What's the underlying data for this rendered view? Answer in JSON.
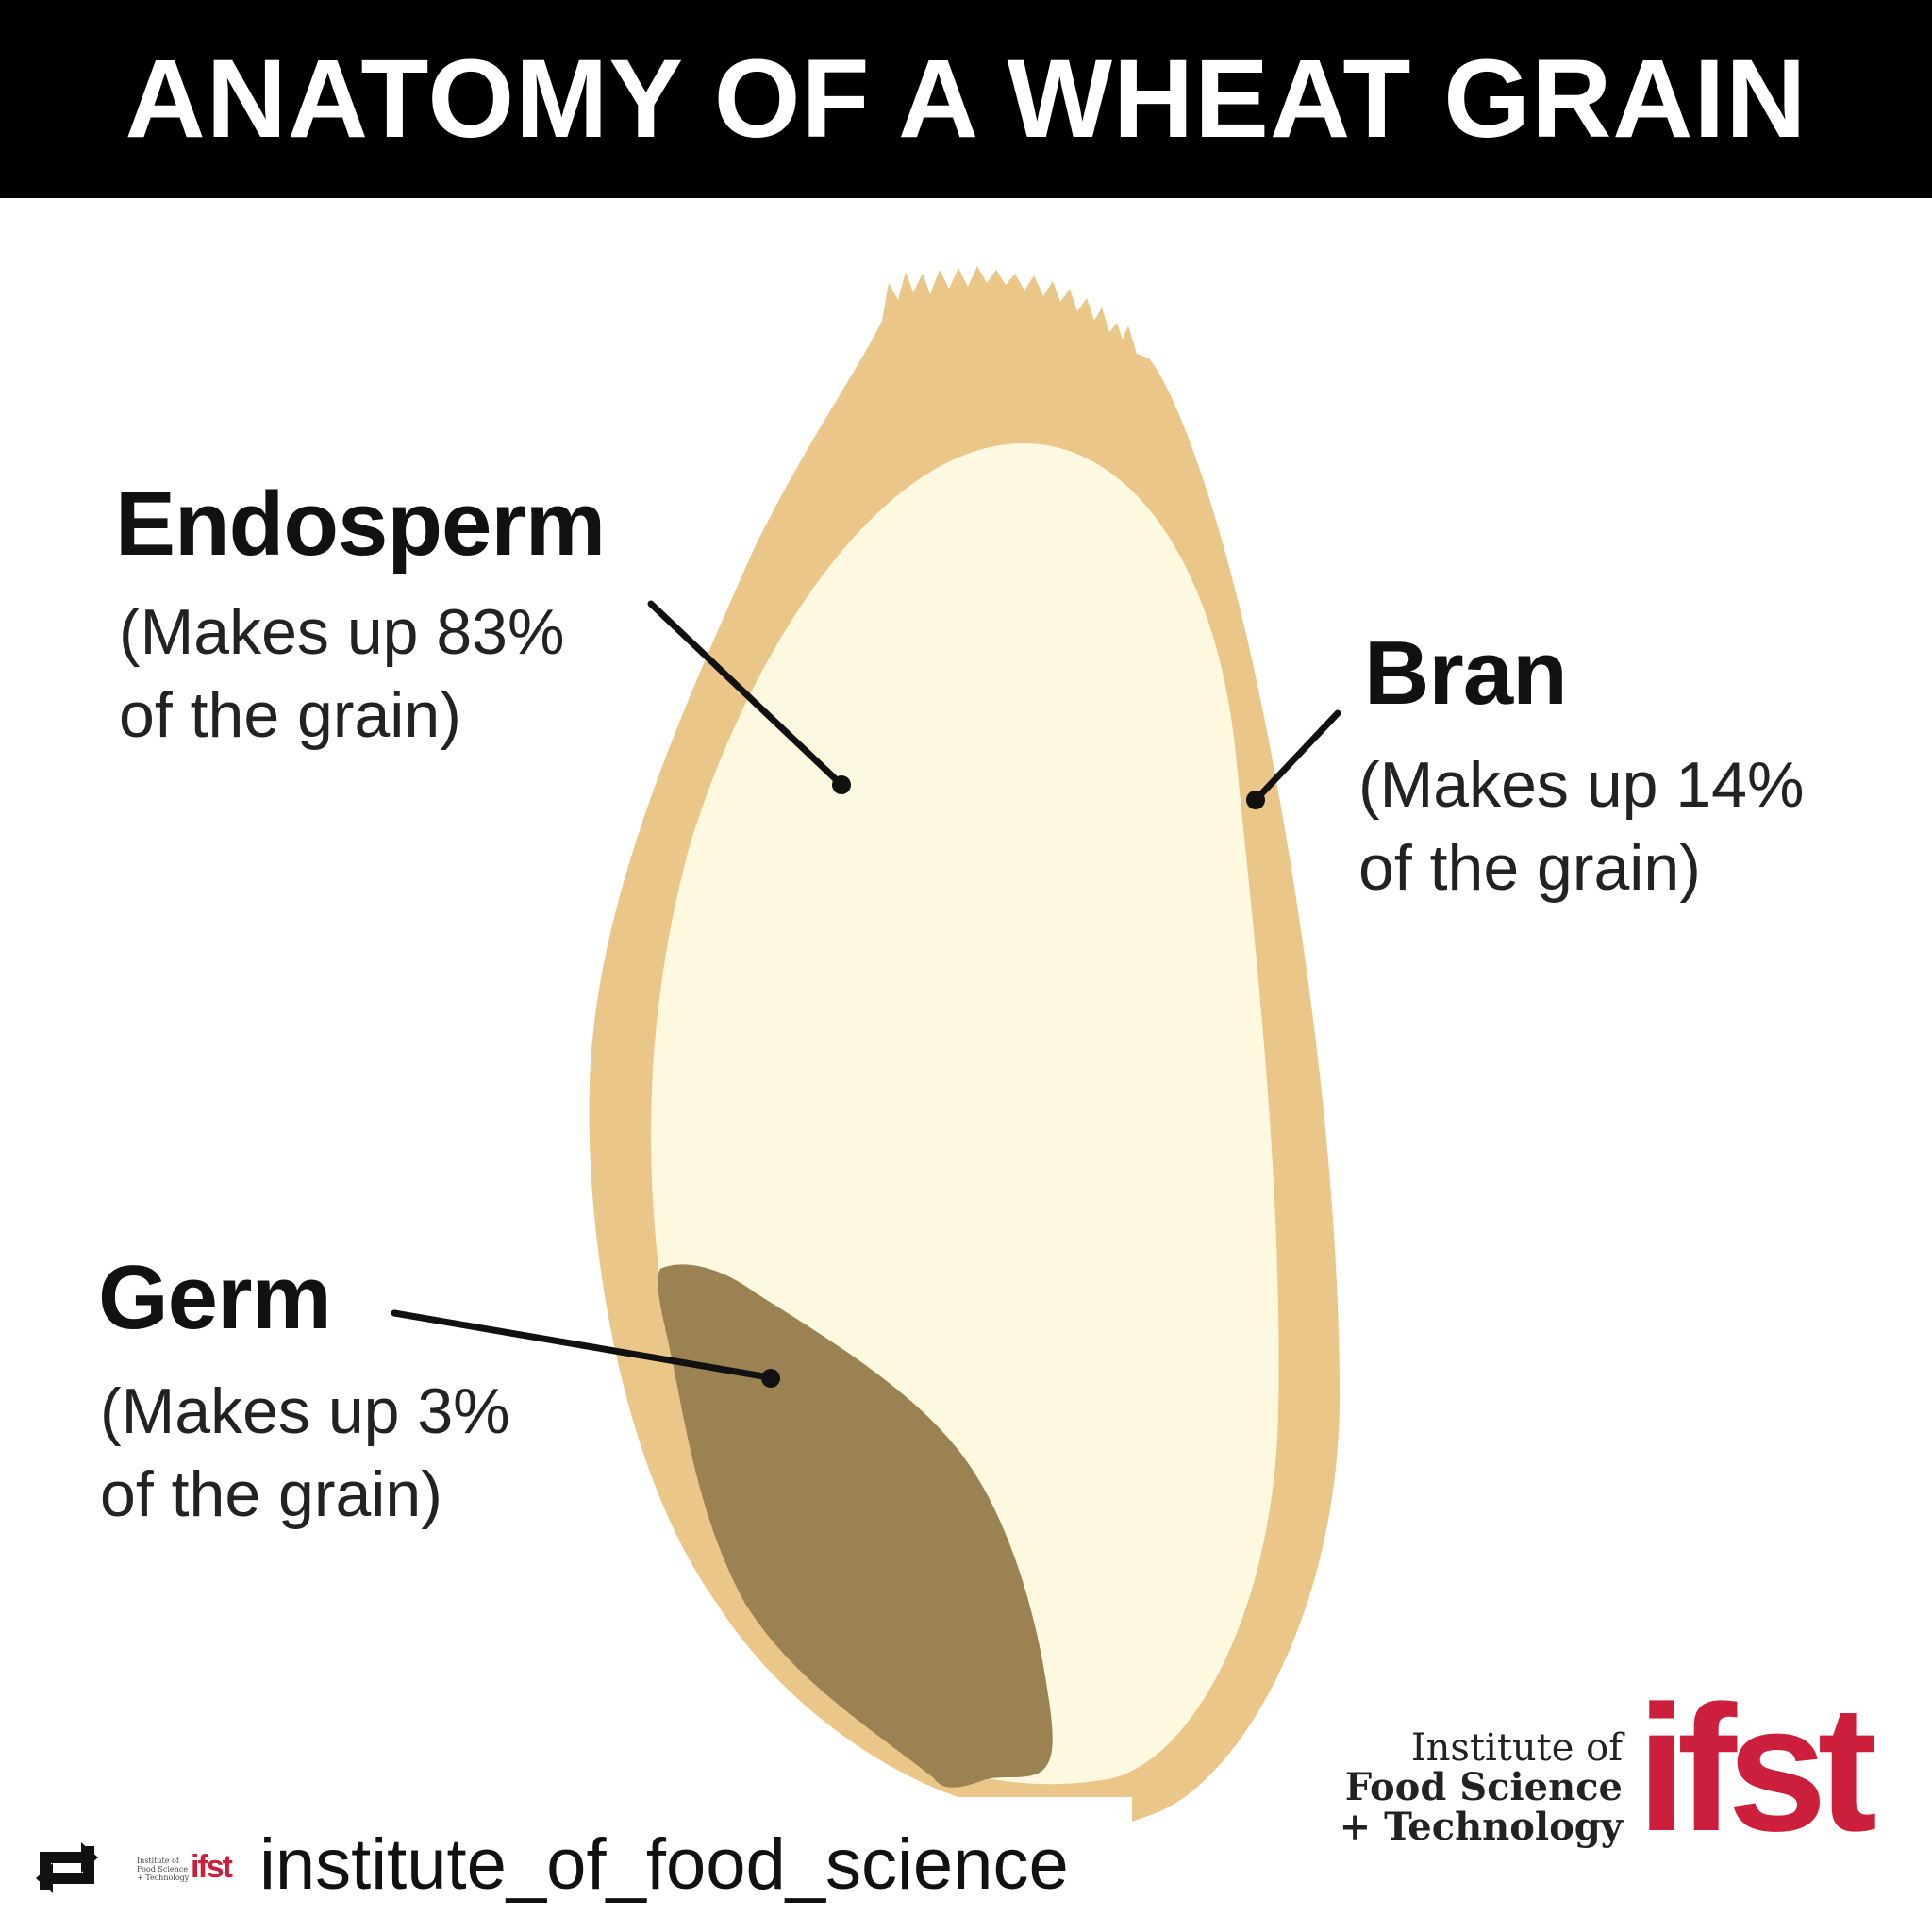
{
  "title": "ANATOMY OF A WHEAT GRAIN",
  "colors": {
    "header_bg": "#000000",
    "bran": "#ebc689",
    "endosperm": "#fdf8e0",
    "germ": "#9b8252",
    "leader_line": "#111111",
    "brand_red": "#cc1f3c"
  },
  "labels": {
    "endosperm": {
      "name": "Endosperm",
      "line1": "(Makes up 83%",
      "line2": "of the grain)",
      "share_percent": 83
    },
    "bran": {
      "name": "Bran",
      "line1": "(Makes up 14%",
      "line2": "of the grain)",
      "share_percent": 14
    },
    "germ": {
      "name": "Germ",
      "line1": "(Makes up 3%",
      "line2": "of the grain)",
      "share_percent": 3
    }
  },
  "logo": {
    "line1": "Institute of",
    "line2": "Food Science",
    "line3": "+ Technology",
    "mark": "ifst"
  },
  "footer": {
    "repost_icon": "repost-icon",
    "mini_logo_line1": "Institute of",
    "mini_logo_line2": "Food Science",
    "mini_logo_line3": "+ Technology",
    "mini_logo_mark": "ifst",
    "handle": "institute_of_food_science"
  }
}
